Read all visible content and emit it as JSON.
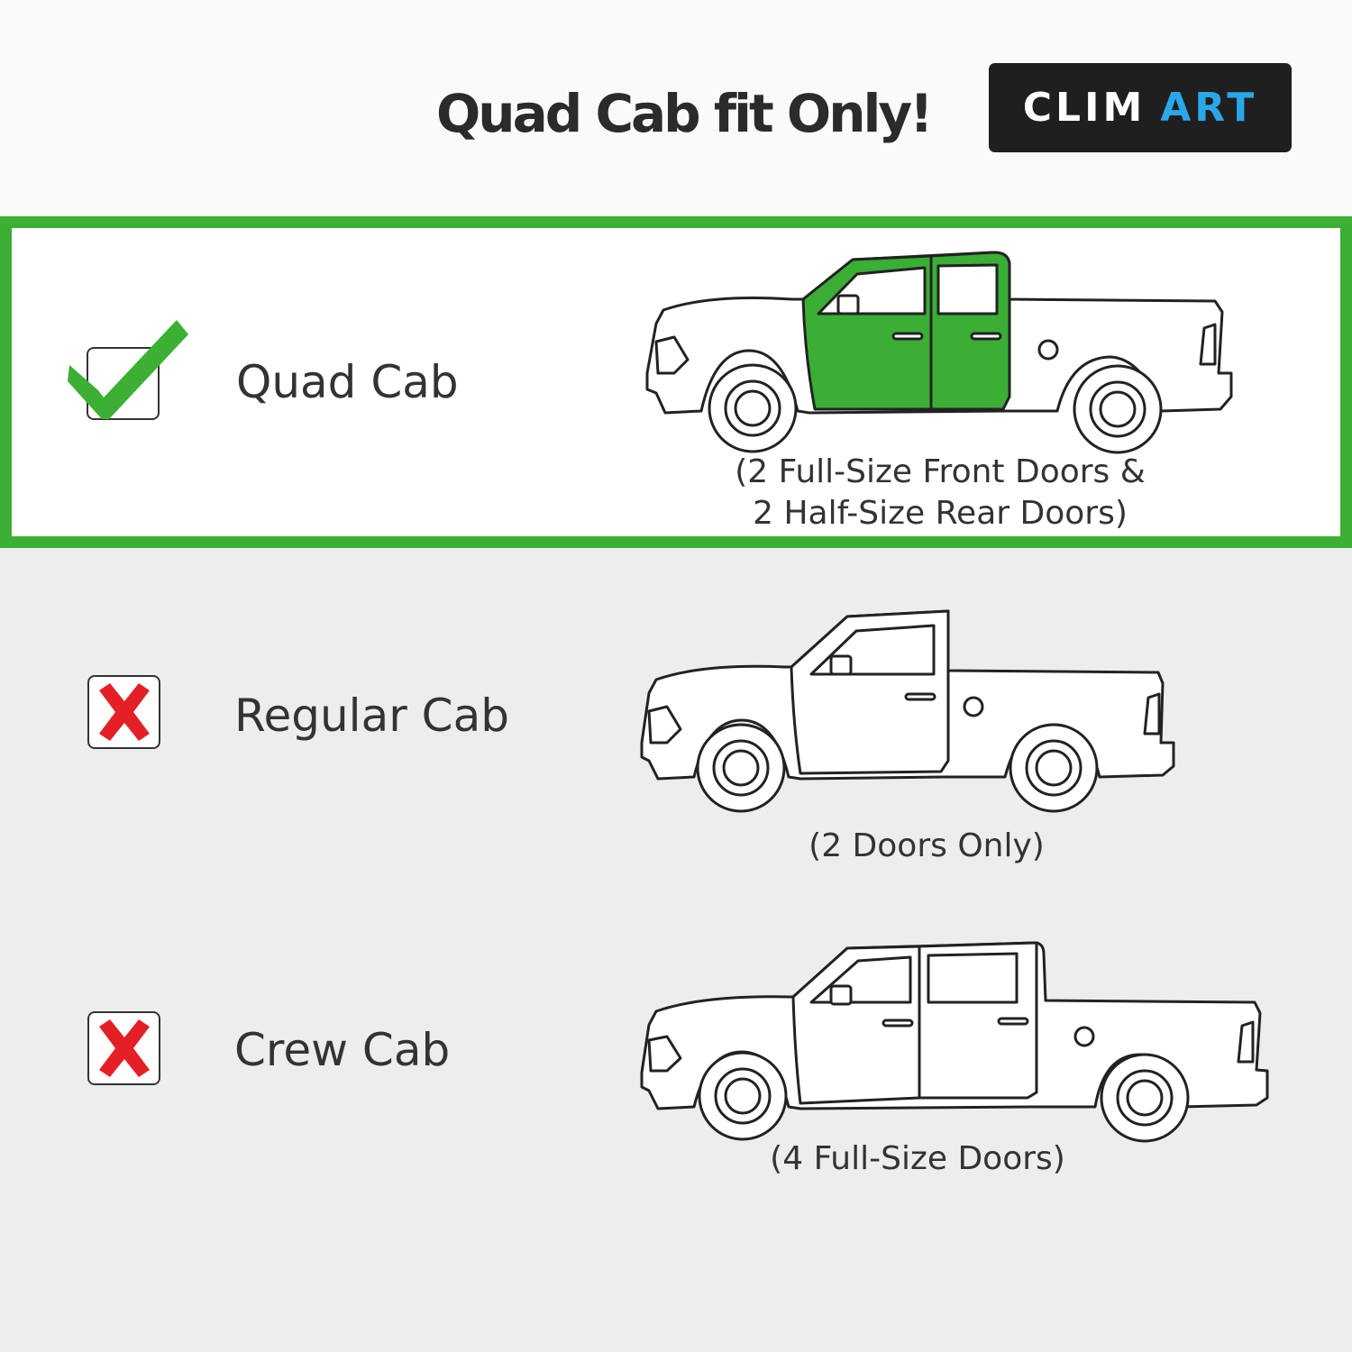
{
  "header": {
    "title": "Quad Cab fit Only!",
    "logo": {
      "part_a": "CLIM",
      "part_b": "ART",
      "part_a_color": "#ffffff",
      "part_b_color": "#2aa7e8",
      "background": "#1f1f1f"
    }
  },
  "colors": {
    "accent_green": "#3bb033",
    "cross_red": "#e32026",
    "line": "#222222",
    "door_fill": "#3aae35"
  },
  "rows": [
    {
      "label": "Quad Cab",
      "status": "compatible",
      "status_icon": "checkmark-icon",
      "caption_lines": [
        "(2 Full-Size Front Doors &",
        " 2 Half-Size Rear Doors)"
      ],
      "highlighted_doors": true
    },
    {
      "label": "Regular Cab",
      "status": "not-compatible",
      "status_icon": "cross-icon",
      "caption_lines": [
        "(2 Doors Only)"
      ],
      "highlighted_doors": false
    },
    {
      "label": "Crew Cab",
      "status": "not-compatible",
      "status_icon": "cross-icon",
      "caption_lines": [
        "(4 Full-Size Doors)"
      ],
      "highlighted_doors": false
    }
  ]
}
